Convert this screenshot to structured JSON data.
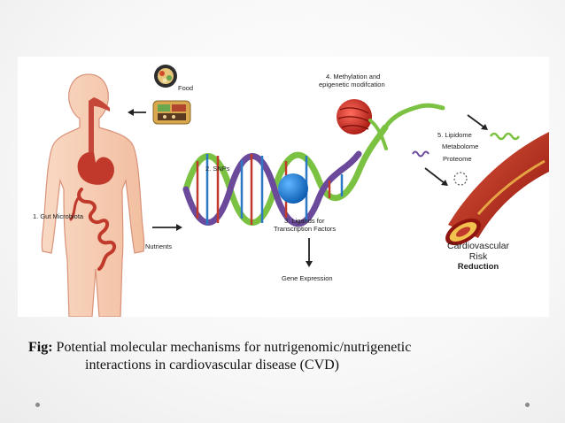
{
  "figure": {
    "food_label": "Food",
    "label_gut": "1. Gut Microbiota",
    "label_snps": "2. SNPs",
    "label_ligands_line1": "3. Ligands for",
    "label_ligands_line2": "Transcription Factors",
    "label_methylation_line1": "4. Methylation and",
    "label_methylation_line2": "epigenetic modifcation",
    "label_lipidome": "5. Lipidome",
    "label_metabolome": "Metabolome",
    "label_proteome": "Proteome",
    "label_nutrients": "Nutrients",
    "label_gene_expression": "Gene Expression",
    "label_cvd_line1": "Cardiovascular",
    "label_cvd_line2": "Risk",
    "label_reduction": "Reduction"
  },
  "caption": {
    "fig_label": "Fig:",
    "line1": "Potential molecular mechanisms for nutrigenomic/nutrigenetic",
    "line2": "interactions in cardiovascular disease (CVD)"
  },
  "colors": {
    "body_skin": "#f6cdb3",
    "body_outline": "#d9937a",
    "gut_red": "#c0392b",
    "dna_green": "#7cc242",
    "dna_purple": "#6b4a9b",
    "blue_ball": "#1f7fd6",
    "artery_red": "#b3201a",
    "plaque_yellow": "#f2c14e"
  }
}
